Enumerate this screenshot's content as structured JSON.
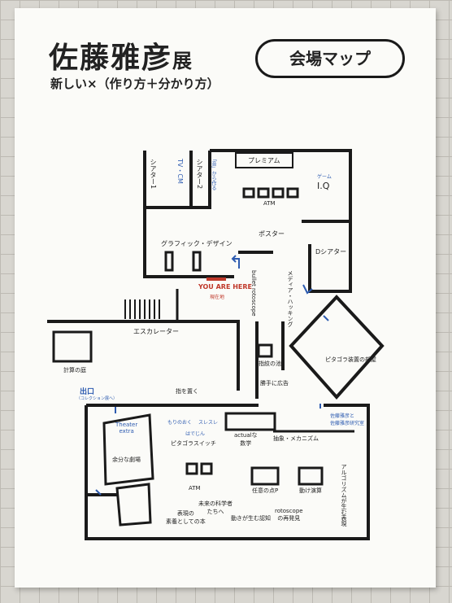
{
  "header": {
    "title_main": "佐藤雅彦",
    "title_suffix": "展",
    "subtitle": "新しい×（作り方＋分かり方）",
    "map_badge": "会場マップ"
  },
  "colors": {
    "ink": "#1a1a1a",
    "accent_blue": "#2d5bb0",
    "accent_red": "#c0392b",
    "board": "#fbfbf8"
  },
  "labels": {
    "theater1": "シアター1",
    "tvcm": "TV・CM",
    "theater2": "シアター2",
    "theater_blue": "「音」から作る",
    "premium": "プレミアム",
    "game": "ゲーム",
    "iq": "I.Q",
    "atm_top": "ATM",
    "poster": "ポスター",
    "graphic": "グラフィック・デザイン",
    "d_theater": "Dシアター",
    "media_hacking": "メディア・ハッキング",
    "you_are_here": "YOU ARE HERE",
    "genzaichi": "現在地",
    "bullet": "bullet rotoscope",
    "escalator": "エスカレーター",
    "pythagora_room": "ピタゴラ装置の部屋",
    "keisan": "計算の庭",
    "shimon": "指紋の池",
    "katte": "勝手に広告",
    "exit": "出口",
    "exit_sub": "（コレクション展へ）",
    "yubi": "指を置く",
    "morinooku": "もりのおく",
    "suresure": "スレスレ",
    "hadekin": "はでじん",
    "pythagora_switch": "ピタゴラスイッチ",
    "actual_math": "actualな\n数学",
    "chusho": "抽象・メカニズム",
    "sato_lab": "佐藤雅彦と\n佐藤雅彦研究室",
    "theater_extra": "Theater\nextra",
    "yobun": "余分な劇場",
    "atm_bottom": "ATM",
    "nini": "任意の点P",
    "ugoke": "動け演算",
    "algorithm": "アルゴリズムが生む表現",
    "mirai": "未来の科学者\nたちへ",
    "hyogen": "表現の\n素養としての本",
    "ugoki": "動きが生む認知",
    "rotoscope_saihakken": "rotoscope\nの再発見"
  }
}
